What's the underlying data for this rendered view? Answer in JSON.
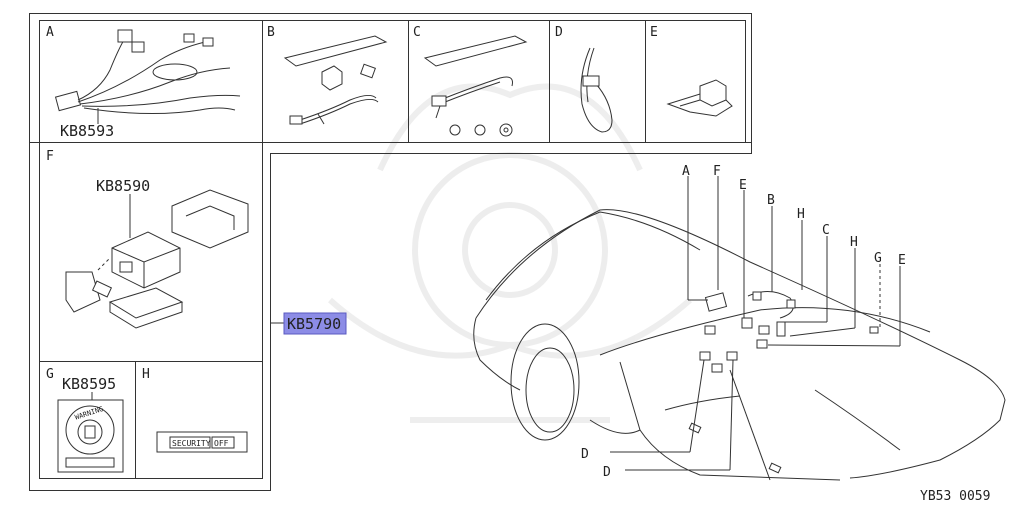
{
  "diagram": {
    "main_part_number": "KB5790",
    "reference_code": "YB53 0059",
    "highlight_color": "#8c8ce6",
    "panels": [
      {
        "letter": "A",
        "part_number": "KB8593"
      },
      {
        "letter": "B",
        "part_number": ""
      },
      {
        "letter": "C",
        "part_number": ""
      },
      {
        "letter": "D",
        "part_number": ""
      },
      {
        "letter": "E",
        "part_number": ""
      },
      {
        "letter": "F",
        "part_number": "KB8590"
      },
      {
        "letter": "G",
        "part_number": "KB8595"
      },
      {
        "letter": "H",
        "part_number": ""
      }
    ],
    "warning_label": "WARNING",
    "security_label": "SECURITY",
    "off_label": "OFF",
    "callouts": [
      "A",
      "F",
      "E",
      "B",
      "H",
      "C",
      "H",
      "G",
      "E",
      "D",
      "D"
    ]
  }
}
